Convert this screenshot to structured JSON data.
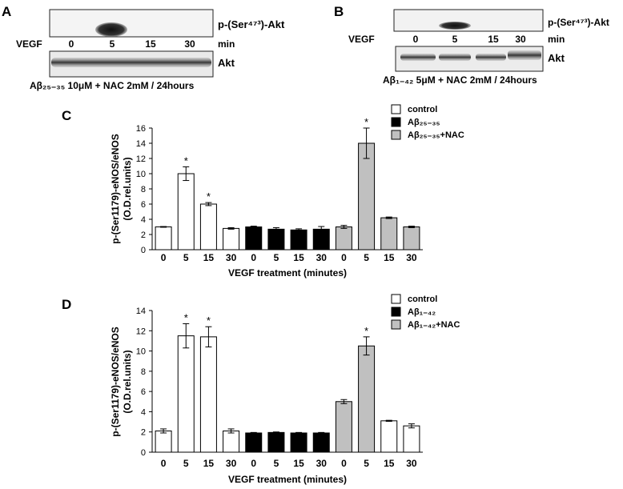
{
  "panels": {
    "a": {
      "letter": "A",
      "band_top_label": "p-(Ser⁴⁷³)-Akt",
      "band_bottom_label": "Akt",
      "treatment_label": "VEGF",
      "times": [
        "0",
        "5",
        "15",
        "30"
      ],
      "unit": "min",
      "caption": "Aβ₂₅₋₃₅ 10μM + NAC 2mM / 24hours"
    },
    "b": {
      "letter": "B",
      "band_top_label": "p-(Ser⁴⁷³)-Akt",
      "band_bottom_label": "Akt",
      "treatment_label": "VEGF",
      "times": [
        "0",
        "5",
        "15",
        "30"
      ],
      "unit": "min",
      "caption": "Aβ₁₋₄₂ 5μM + NAC 2mM / 24hours"
    }
  },
  "chart_data": [
    {
      "panel": "C",
      "type": "bar",
      "ylabel": "p-(Ser1179)-eNOS/eNOS (O.D.rel.units)",
      "xlabel": "VEGF treatment (minutes)",
      "ylim": [
        0,
        16
      ],
      "yticks": [
        0,
        2,
        4,
        6,
        8,
        10,
        12,
        14,
        16
      ],
      "categories": [
        "0",
        "5",
        "15",
        "30",
        "0",
        "5",
        "15",
        "30",
        "0",
        "5",
        "15",
        "30"
      ],
      "series": [
        {
          "name": "control",
          "color": "#ffffff",
          "values": [
            3.0,
            10.0,
            6.0,
            2.8
          ],
          "errors": [
            0.05,
            0.9,
            0.2,
            0.1
          ],
          "significant": [
            false,
            true,
            true,
            false
          ]
        },
        {
          "name": "Aβ₂₅₋₃₅",
          "color": "#000000",
          "values": [
            3.0,
            2.7,
            2.6,
            2.7
          ],
          "errors": [
            0.1,
            0.2,
            0.15,
            0.35
          ],
          "significant": [
            false,
            false,
            false,
            false
          ]
        },
        {
          "name": "Aβ₂₅₋₃₅+NAC",
          "color": "#c0c0c0",
          "values": [
            3.0,
            14.0,
            4.2,
            3.0
          ],
          "errors": [
            0.2,
            2.0,
            0.1,
            0.1
          ],
          "significant": [
            false,
            true,
            false,
            false
          ]
        }
      ],
      "legend_position": "top-right",
      "significance_marker": "*"
    },
    {
      "panel": "D",
      "type": "bar",
      "ylabel": "p-(Ser1179)-eNOS/eNOS (O.D.rel.units)",
      "xlabel": "VEGF treatment (minutes)",
      "ylim": [
        0,
        14
      ],
      "yticks": [
        0,
        2,
        4,
        6,
        8,
        10,
        12,
        14
      ],
      "categories": [
        "0",
        "5",
        "15",
        "30",
        "0",
        "5",
        "15",
        "30",
        "0",
        "5",
        "15",
        "30"
      ],
      "series": [
        {
          "name": "control",
          "color": "#ffffff",
          "values": [
            2.1,
            11.5,
            11.4,
            2.1
          ],
          "errors": [
            0.2,
            1.2,
            1.0,
            0.2
          ],
          "significant": [
            false,
            true,
            true,
            false
          ]
        },
        {
          "name": "Aβ₁₋₄₂",
          "color": "#000000",
          "values": [
            1.9,
            1.95,
            1.9,
            1.9
          ],
          "errors": [
            0.05,
            0.05,
            0.05,
            0.05
          ],
          "significant": [
            false,
            false,
            false,
            false
          ]
        },
        {
          "name": "Aβ₁₋₄₂+NAC",
          "color": "#c0c0c0",
          "values": [
            5.0,
            10.5,
            3.1,
            2.6
          ],
          "errors": [
            0.2,
            0.9,
            0.05,
            0.2
          ],
          "significant": [
            false,
            true,
            false,
            false
          ]
        }
      ],
      "bar_color_override": [
        null,
        null,
        null,
        null,
        null,
        null,
        null,
        null,
        null,
        null,
        "#ffffff",
        "#ffffff"
      ],
      "legend_position": "top-right",
      "significance_marker": "*"
    }
  ]
}
